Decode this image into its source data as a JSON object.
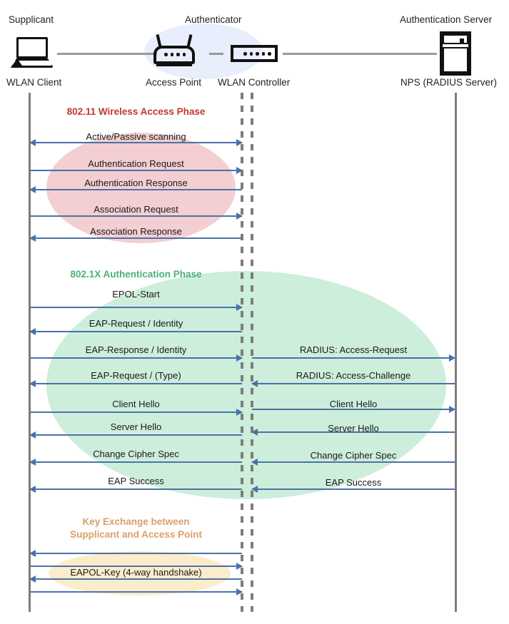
{
  "diagram": {
    "title": "802.1X / EAP WLAN authentication sequence",
    "colors": {
      "arrow": "#4a72a8",
      "lifeline": "#7d7d7d",
      "phase_red": "#c0392b",
      "phase_green": "#4cb077",
      "phase_orange": "#d9a06c",
      "ellipse_red": "#f3cfd1",
      "ellipse_green": "#cdeeda",
      "ellipse_orange": "#fbeccb",
      "authenticator_blob": "#e8eefb"
    }
  },
  "actors": [
    {
      "role": "Supplicant",
      "device": "WLAN Client",
      "icon": "laptop-icon"
    },
    {
      "role": "Authenticator",
      "device": "Access Point",
      "icon": "access-point-icon"
    },
    {
      "role": "",
      "device": "WLAN Controller",
      "icon": "wlan-controller-icon"
    },
    {
      "role": "Authentication Server",
      "device": "NPS (RADIUS Server)",
      "icon": "server-icon"
    }
  ],
  "phases": [
    {
      "id": "wireless-access",
      "label": "802.11 Wireless Access Phase",
      "messages": [
        {
          "text": "Active/Passive scanning",
          "side": "left",
          "direction": "both"
        },
        {
          "text": "Authentication Request",
          "side": "left",
          "direction": "right"
        },
        {
          "text": "Authentication Response",
          "side": "left",
          "direction": "left"
        },
        {
          "text": "Association Request",
          "side": "left",
          "direction": "right"
        },
        {
          "text": "Association Response",
          "side": "left",
          "direction": "left"
        }
      ]
    },
    {
      "id": "dot1x-authentication",
      "label": "802.1X Authentication Phase",
      "messages": [
        {
          "text": "EPOL-Start",
          "side": "left",
          "direction": "right"
        },
        {
          "text": "EAP-Request / Identity",
          "side": "left",
          "direction": "left"
        },
        {
          "text": "EAP-Response / Identity",
          "side": "left",
          "direction": "right"
        },
        {
          "text": "RADIUS: Access-Request",
          "side": "right",
          "direction": "right"
        },
        {
          "text": "EAP-Request / (Type)",
          "side": "left",
          "direction": "left"
        },
        {
          "text": "RADIUS: Access-Challenge",
          "side": "right",
          "direction": "left"
        },
        {
          "text": "Client Hello",
          "side": "left",
          "direction": "right"
        },
        {
          "text": "Client Hello",
          "side": "right",
          "direction": "right"
        },
        {
          "text": "Server Hello",
          "side": "left",
          "direction": "left"
        },
        {
          "text": "Server Hello",
          "side": "right",
          "direction": "left"
        },
        {
          "text": "Change Cipher Spec",
          "side": "left",
          "direction": "left"
        },
        {
          "text": "Change Cipher Spec",
          "side": "right",
          "direction": "left"
        },
        {
          "text": "EAP Success",
          "side": "left",
          "direction": "left"
        },
        {
          "text": "EAP Success",
          "side": "right",
          "direction": "left"
        }
      ]
    },
    {
      "id": "key-exchange",
      "label": "Key Exchange between\nSupplicant and Access Point",
      "label_line1": "Key Exchange between",
      "label_line2": "Supplicant and Access Point",
      "messages": [
        {
          "text": "",
          "side": "left",
          "direction": "left"
        },
        {
          "text": "",
          "side": "left",
          "direction": "right"
        },
        {
          "text": "EAPOL-Key (4-way handshake)",
          "side": "left",
          "direction": "left"
        },
        {
          "text": "",
          "side": "left",
          "direction": "right"
        }
      ]
    }
  ]
}
